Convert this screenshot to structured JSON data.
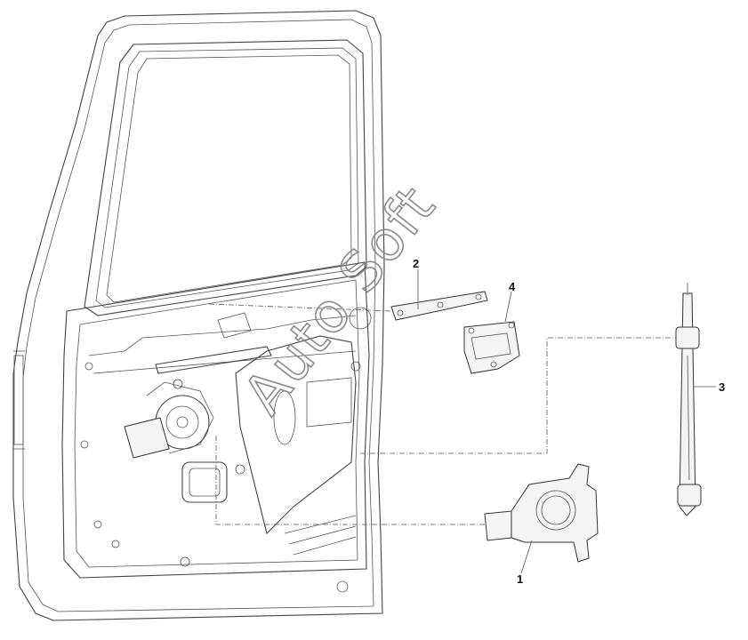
{
  "callouts": {
    "c1": "1",
    "c2": "2",
    "c3": "3",
    "c4": "4"
  },
  "watermark": {
    "text": "Auto Soft"
  },
  "colors": {
    "line": "#444444",
    "fill": "#f4f4f4",
    "watermark": "#8a8a8a"
  }
}
